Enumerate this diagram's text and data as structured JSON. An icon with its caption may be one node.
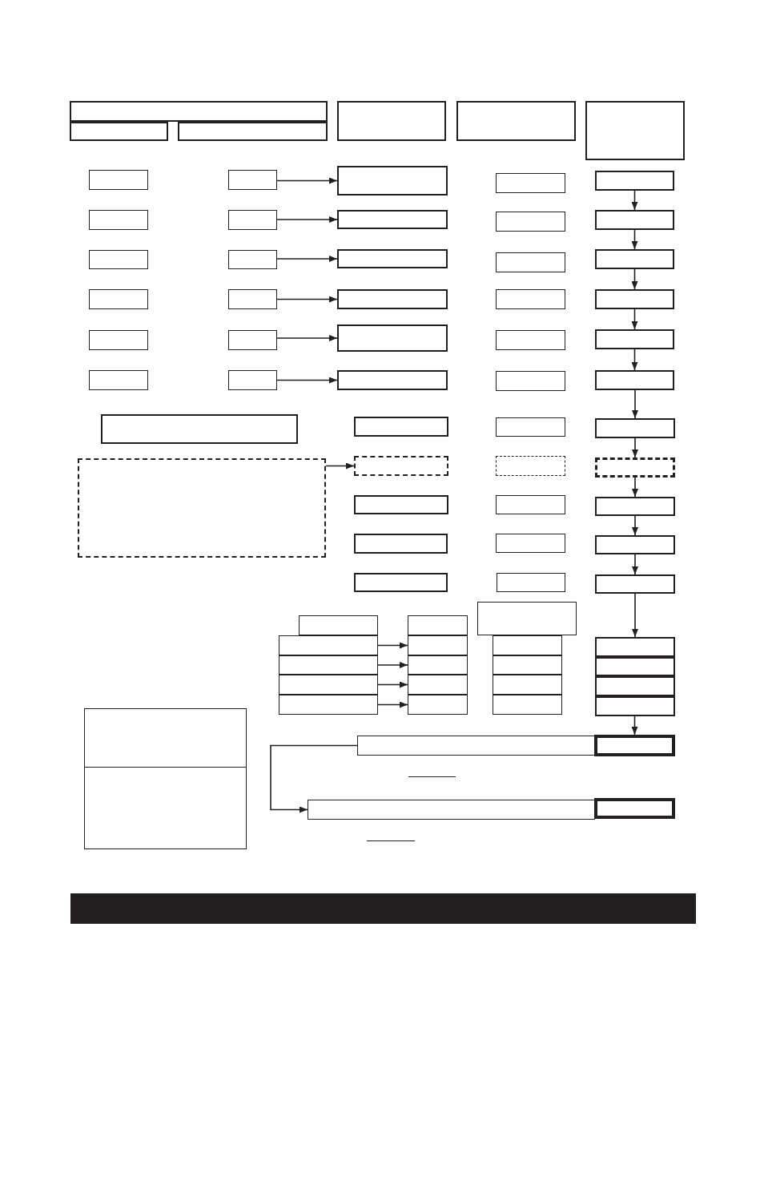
{
  "diagram": {
    "nodes": [
      {
        "text": [],
        "shape": "box"
      },
      {
        "text": [],
        "shape": "box"
      },
      {
        "text": [],
        "shape": "box"
      },
      {
        "text": [],
        "shape": "box"
      },
      {
        "text": [],
        "shape": "box"
      },
      {
        "text": [],
        "shape": "box"
      },
      {
        "text": [],
        "shape": "box"
      },
      {
        "text": [],
        "shape": "box"
      },
      {
        "text": [],
        "shape": "box"
      },
      {
        "text": [],
        "shape": "box"
      },
      {
        "text": [],
        "shape": "box"
      },
      {
        "text": [],
        "shape": "box"
      },
      {
        "text": [],
        "shape": "box"
      },
      {
        "text": [],
        "shape": "box"
      },
      {
        "text": [],
        "shape": "box"
      },
      {
        "text": [],
        "shape": "box"
      },
      {
        "text": [],
        "shape": "box"
      },
      {
        "text": [],
        "shape": "box"
      },
      {
        "text": [],
        "shape": "box"
      },
      {
        "text": [],
        "shape": "box"
      },
      {
        "text": [],
        "shape": "box"
      },
      {
        "text": [],
        "shape": "box"
      },
      {
        "text": [],
        "shape": "box"
      },
      {
        "text": [],
        "shape": "box"
      },
      {
        "text": [],
        "shape": "box"
      },
      {
        "text": [],
        "shape": "box"
      },
      {
        "text": [],
        "shape": "box"
      },
      {
        "text": [],
        "shape": "box"
      },
      {
        "text": [],
        "shape": "box"
      },
      {
        "text": [],
        "shape": "box"
      },
      {
        "text": [],
        "shape": "box"
      },
      {
        "text": [],
        "shape": "box"
      },
      {
        "text": [],
        "shape": "box"
      },
      {
        "text": [],
        "shape": "box"
      },
      {
        "text": [],
        "shape": "box"
      },
      {
        "text": [],
        "shape": "box"
      },
      {
        "text": [],
        "shape": "box"
      },
      {
        "text": [],
        "shape": "box"
      },
      {
        "text": [],
        "shape": "box"
      },
      {
        "text": [],
        "shape": "box"
      },
      {
        "text": [],
        "shape": "box"
      },
      {
        "text": [],
        "shape": "box"
      },
      {
        "text": [],
        "shape": "box"
      },
      {
        "text": [],
        "shape": "box"
      },
      {
        "text": [],
        "shape": "box"
      },
      {
        "text": [],
        "shape": "box"
      },
      {
        "text": [],
        "shape": "box"
      },
      {
        "text": [],
        "shape": "box"
      },
      {
        "text": [],
        "shape": "box"
      },
      {
        "text": [],
        "shape": "box"
      },
      {
        "text": [],
        "shape": "box"
      },
      {
        "text": [],
        "shape": "box"
      },
      {
        "text": [],
        "shape": "box"
      },
      {
        "text": [],
        "shape": "box"
      },
      {
        "text": [],
        "shape": "box"
      },
      {
        "text": [],
        "shape": "box"
      },
      {
        "text": [],
        "shape": "box"
      },
      {
        "text": [],
        "shape": "box"
      },
      {
        "text": [],
        "shape": "box"
      },
      {
        "text": [],
        "shape": "box"
      },
      {
        "text": [],
        "shape": "box"
      },
      {
        "text": [],
        "shape": "box"
      },
      {
        "text": [],
        "shape": "box"
      },
      {
        "text": [],
        "shape": "box"
      },
      {
        "text": [],
        "shape": "box"
      },
      {
        "text": [],
        "shape": "box"
      },
      {
        "text": [],
        "shape": "box"
      },
      {
        "text": [],
        "shape": "box"
      },
      {
        "text": [],
        "shape": "box"
      },
      {
        "text": [],
        "shape": "box"
      },
      {
        "text": [],
        "shape": "box"
      },
      {
        "text": [],
        "shape": "box"
      },
      {
        "text": [],
        "shape": "box"
      },
      {
        "text": [],
        "shape": "box"
      },
      {
        "text": [],
        "shape": "box"
      },
      {
        "text": [],
        "shape": "box"
      },
      {
        "text": [],
        "shape": "box"
      },
      {
        "text": [],
        "shape": "box"
      },
      {
        "text": [],
        "shape": "bar"
      }
    ],
    "edges": [
      {
        "from": 7,
        "to": 8,
        "arrow": "to"
      },
      {
        "from": 12,
        "to": 13,
        "arrow": "to"
      },
      {
        "from": 17,
        "to": 18,
        "arrow": "to"
      },
      {
        "from": 22,
        "to": 23,
        "arrow": "to"
      },
      {
        "from": 27,
        "to": 28,
        "arrow": "to"
      },
      {
        "from": 32,
        "to": 33,
        "arrow": "to"
      },
      {
        "from": 40,
        "to": 41,
        "arrow": "to"
      },
      {
        "from": 56,
        "to": 57,
        "arrow": "to"
      },
      {
        "from": 60,
        "to": 61,
        "arrow": "to"
      },
      {
        "from": 64,
        "to": 65,
        "arrow": "to"
      },
      {
        "from": 68,
        "to": 69,
        "arrow": "to"
      },
      {
        "from": 10,
        "to": 15,
        "arrow": "to"
      },
      {
        "from": 15,
        "to": 20,
        "arrow": "to"
      },
      {
        "from": 20,
        "to": 25,
        "arrow": "to"
      },
      {
        "from": 25,
        "to": 30,
        "arrow": "to"
      },
      {
        "from": 30,
        "to": 35,
        "arrow": "to"
      },
      {
        "from": 35,
        "to": 39,
        "arrow": "to"
      },
      {
        "from": 39,
        "to": 43,
        "arrow": "to"
      },
      {
        "from": 43,
        "to": 46,
        "arrow": "to"
      },
      {
        "from": 46,
        "to": 49,
        "arrow": "to"
      },
      {
        "from": 49,
        "to": 52,
        "arrow": "to"
      },
      {
        "from": 52,
        "to": 59,
        "arrow": "to"
      },
      {
        "from": 71,
        "to": 75,
        "arrow": "to"
      },
      {
        "from": 74,
        "to": 76,
        "arrow": "to"
      }
    ]
  }
}
